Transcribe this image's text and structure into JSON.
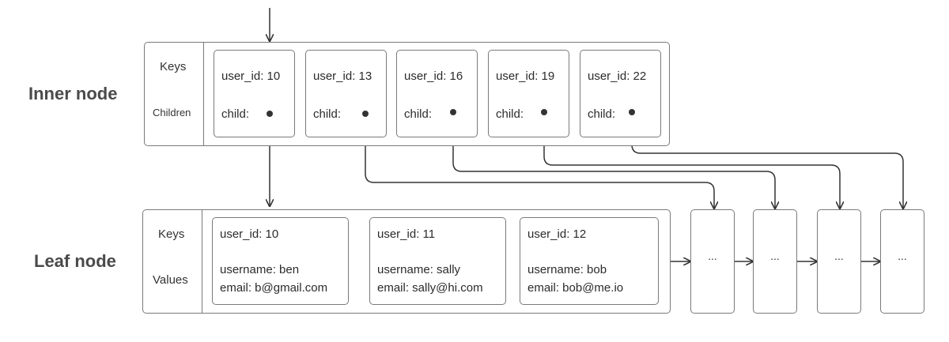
{
  "inner_node": {
    "title": "Inner node",
    "keys_label": "Keys",
    "children_label": "Children",
    "cells": [
      {
        "key": "user_id: 10",
        "child": "child:"
      },
      {
        "key": "user_id: 13",
        "child": "child:"
      },
      {
        "key": "user_id: 16",
        "child": "child:"
      },
      {
        "key": "user_id: 19",
        "child": "child:"
      },
      {
        "key": "user_id: 22",
        "child": "child:"
      }
    ]
  },
  "leaf_node": {
    "title": "Leaf node",
    "keys_label": "Keys",
    "values_label": "Values",
    "records": [
      {
        "key": "user_id: 10",
        "username": "username: ben",
        "email": "email: b@gmail.com"
      },
      {
        "key": "user_id: 11",
        "username": "username: sally",
        "email": "email: sally@hi.com"
      },
      {
        "key": "user_id: 12",
        "username": "username: bob",
        "email": "email: bob@me.io"
      }
    ]
  },
  "sibling_leaves": [
    "...",
    "...",
    "...",
    "..."
  ],
  "colors": {
    "stroke": "#7a7a7a",
    "arrow": "#333333",
    "dot": "#333333"
  }
}
